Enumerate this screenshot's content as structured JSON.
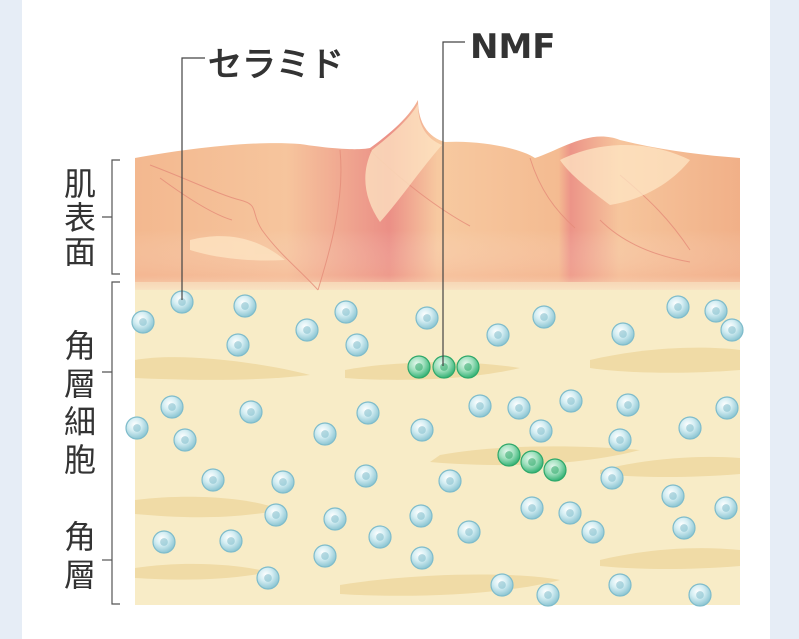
{
  "labels": {
    "ceramide": "セラミド",
    "nmf": "NMF",
    "skin_surface": [
      "肌",
      "表",
      "面"
    ],
    "corneocytes": [
      "角",
      "層",
      "細",
      "胞"
    ],
    "stratum_corneum": [
      "角",
      "層"
    ]
  },
  "colors": {
    "background": "#e6edf6",
    "panel": "#ffffff",
    "surface_light": "#fbd9b0",
    "surface_mid": "#f2b58a",
    "surface_pink": "#eb8d82",
    "layer_base": "#f8ecc7",
    "streak": "#efd9a0",
    "ceramide_ball": "#8fcbd6",
    "nmf_ball": "#3cba7d",
    "line": "#444444"
  }
}
